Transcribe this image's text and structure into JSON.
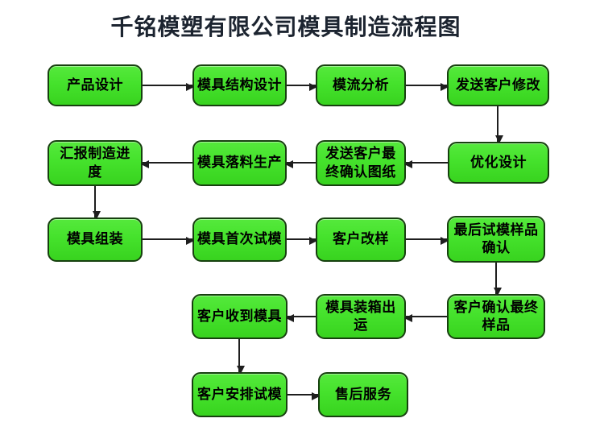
{
  "page": {
    "title": "千铭模塑有限公司模具制造流程图"
  },
  "colors": {
    "background": "#ffffff",
    "node_fill": "#45e22c",
    "node_border": "#17400f",
    "node_text": "#000000",
    "arrow": "#1e1e1e",
    "title_text": "#1c2430"
  },
  "flowchart": {
    "nodes": [
      {
        "id": "product-design",
        "label": "产品设计"
      },
      {
        "id": "mold-structure-design",
        "label": "模具结构设计"
      },
      {
        "id": "mold-flow-analysis",
        "label": "模流分析"
      },
      {
        "id": "send-to-customer-for-revision",
        "label": "发送客户修改"
      },
      {
        "id": "optimize-design",
        "label": "优化设计"
      },
      {
        "id": "send-customer-final-drawings",
        "label": "发送客户最\n终确认图纸"
      },
      {
        "id": "mold-blanking-production",
        "label": "模具落料生产"
      },
      {
        "id": "report-manufacturing-progress",
        "label": "汇报制造进\n度"
      },
      {
        "id": "mold-assembly",
        "label": "模具组装"
      },
      {
        "id": "first-mold-trial",
        "label": "模具首次试模"
      },
      {
        "id": "customer-sample-revision",
        "label": "客户改样"
      },
      {
        "id": "final-trial-sample-confirmation",
        "label": "最后试模样品\n确认"
      },
      {
        "id": "customer-confirms-final-sample",
        "label": "客户确认最终\n样品"
      },
      {
        "id": "mold-packing-shipment",
        "label": "模具装箱出\n运"
      },
      {
        "id": "customer-receives-mold",
        "label": "客户收到模具"
      },
      {
        "id": "customer-arranges-trial",
        "label": "客户安排试模"
      },
      {
        "id": "after-sales-service",
        "label": "售后服务"
      }
    ],
    "edges": [
      {
        "from": "product-design",
        "to": "mold-structure-design"
      },
      {
        "from": "mold-structure-design",
        "to": "mold-flow-analysis"
      },
      {
        "from": "mold-flow-analysis",
        "to": "send-to-customer-for-revision"
      },
      {
        "from": "send-to-customer-for-revision",
        "to": "optimize-design"
      },
      {
        "from": "optimize-design",
        "to": "send-customer-final-drawings"
      },
      {
        "from": "send-customer-final-drawings",
        "to": "mold-blanking-production"
      },
      {
        "from": "mold-blanking-production",
        "to": "report-manufacturing-progress"
      },
      {
        "from": "report-manufacturing-progress",
        "to": "mold-assembly"
      },
      {
        "from": "mold-assembly",
        "to": "first-mold-trial"
      },
      {
        "from": "first-mold-trial",
        "to": "customer-sample-revision"
      },
      {
        "from": "customer-sample-revision",
        "to": "final-trial-sample-confirmation"
      },
      {
        "from": "final-trial-sample-confirmation",
        "to": "customer-confirms-final-sample"
      },
      {
        "from": "customer-confirms-final-sample",
        "to": "mold-packing-shipment"
      },
      {
        "from": "mold-packing-shipment",
        "to": "customer-receives-mold"
      },
      {
        "from": "customer-receives-mold",
        "to": "customer-arranges-trial"
      },
      {
        "from": "customer-arranges-trial",
        "to": "after-sales-service"
      }
    ]
  }
}
